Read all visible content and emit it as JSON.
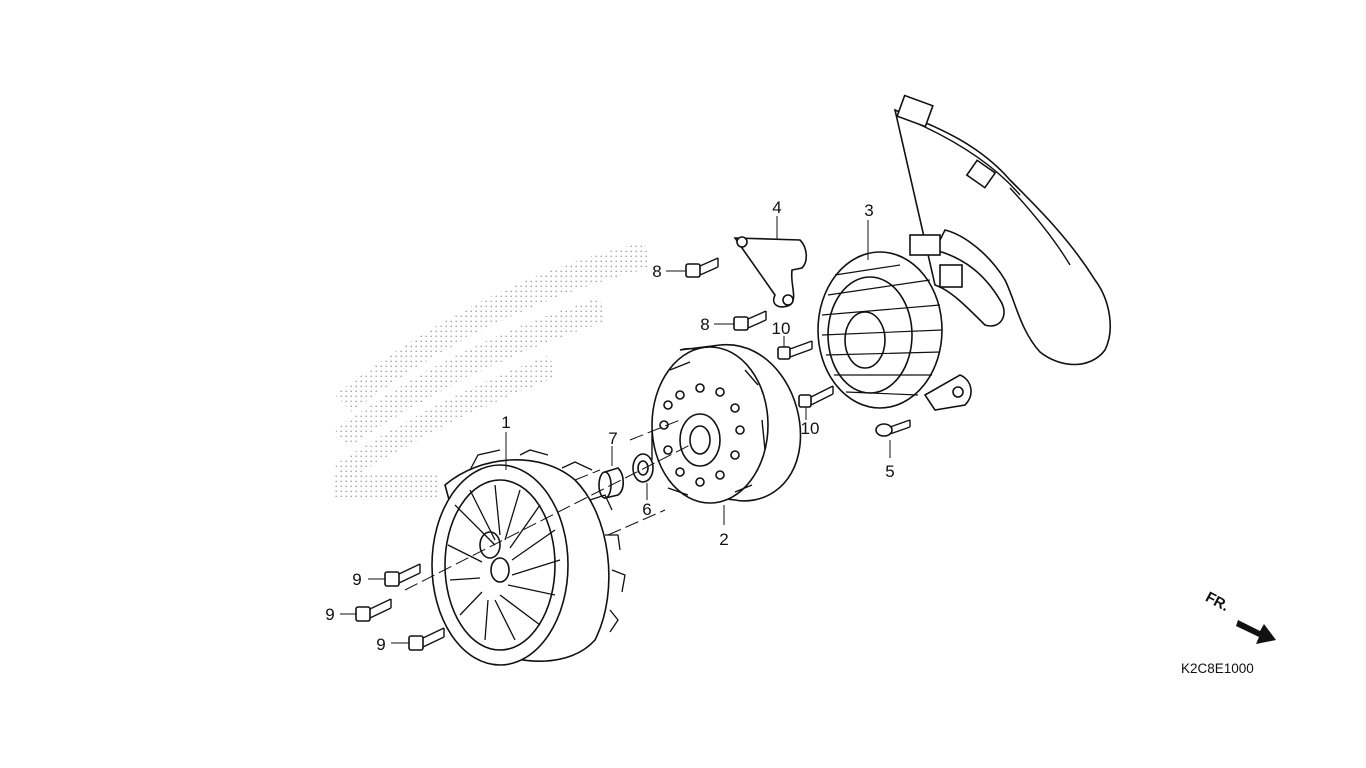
{
  "diagram": {
    "part_numbers": {
      "p1": "1",
      "p2": "2",
      "p3": "3",
      "p4": "4",
      "p5": "5",
      "p6": "6",
      "p7": "7",
      "p8a": "8",
      "p8b": "8",
      "p9a": "9",
      "p9b": "9",
      "p9c": "9",
      "p10a": "10",
      "p10b": "10"
    },
    "direction_label": "FR.",
    "figure_code": "K2C8E1000"
  }
}
